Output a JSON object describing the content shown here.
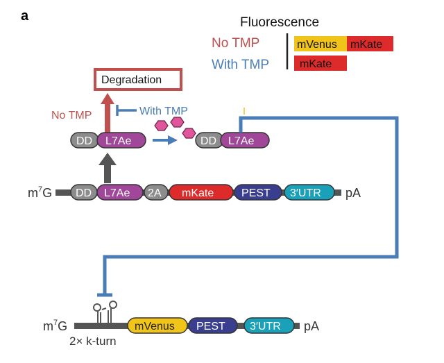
{
  "panel_label": "a",
  "legend": {
    "title": "Fluorescence",
    "no_tmp": "No TMP",
    "with_tmp": "With TMP",
    "mvenus": "mVenus",
    "mkate": "mKate"
  },
  "degradation": "Degradation",
  "arrows": {
    "no_tmp": "No TMP",
    "with_tmp": "With TMP"
  },
  "protein": {
    "dd": "DD",
    "l7ae": "L7Ae"
  },
  "construct1": {
    "cap": "m",
    "cap_sup": "7",
    "cap_g": "G",
    "dd": "DD",
    "l7ae": "L7Ae",
    "twoA": "2A",
    "mkate": "mKate",
    "pest": "PEST",
    "utr": "3′UTR",
    "pa": "pA"
  },
  "construct2": {
    "cap": "m",
    "cap_sup": "7",
    "cap_g": "G",
    "mvenus": "mVenus",
    "pest": "PEST",
    "utr": "3′UTR",
    "pa": "pA",
    "kturn": "2× k-turn"
  },
  "colors": {
    "red": "#c0504d",
    "blue": "#4a7cb5",
    "dd_gray": "#8c8c8c",
    "l7ae_purple": "#a0479a",
    "mkate_red": "#dd2a2a",
    "mvenus_yellow": "#f0c419",
    "pest_navy": "#3a3e8f",
    "utr_teal": "#1aa0b8",
    "pink_drug": "#e0569b"
  }
}
